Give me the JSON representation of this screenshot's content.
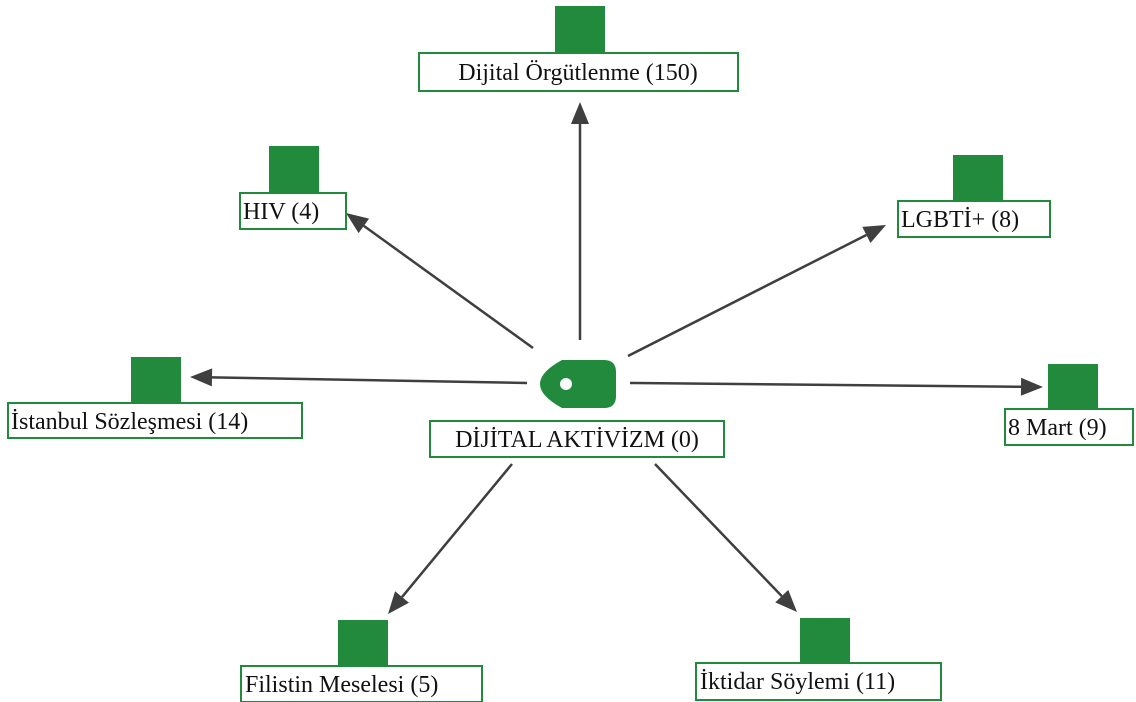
{
  "colors": {
    "node_fill": "#218a3c",
    "label_border": "#218a3c",
    "edge": "#3f3f3f",
    "center_dot": "#ffffff"
  },
  "center": {
    "label": "DİJİTAL AKTİVİZM (0)",
    "icon": "tag-icon"
  },
  "nodes": [
    {
      "id": "dijital-orgutlenme",
      "label": "Dijital Örgütlenme (150)"
    },
    {
      "id": "hiv",
      "label": "HIV  (4)"
    },
    {
      "id": "lgbti",
      "label": "LGBTİ+  (8)"
    },
    {
      "id": "istanbul-sozlesmesi",
      "label": "İstanbul Sözleşmesi (14)"
    },
    {
      "id": "8-mart",
      "label": "8 Mart  (9)"
    },
    {
      "id": "filistin-meselesi",
      "label": "Filistin Meselesi (5)"
    },
    {
      "id": "iktidar-soylemi",
      "label": "İktidar Söylemi (11)"
    }
  ]
}
